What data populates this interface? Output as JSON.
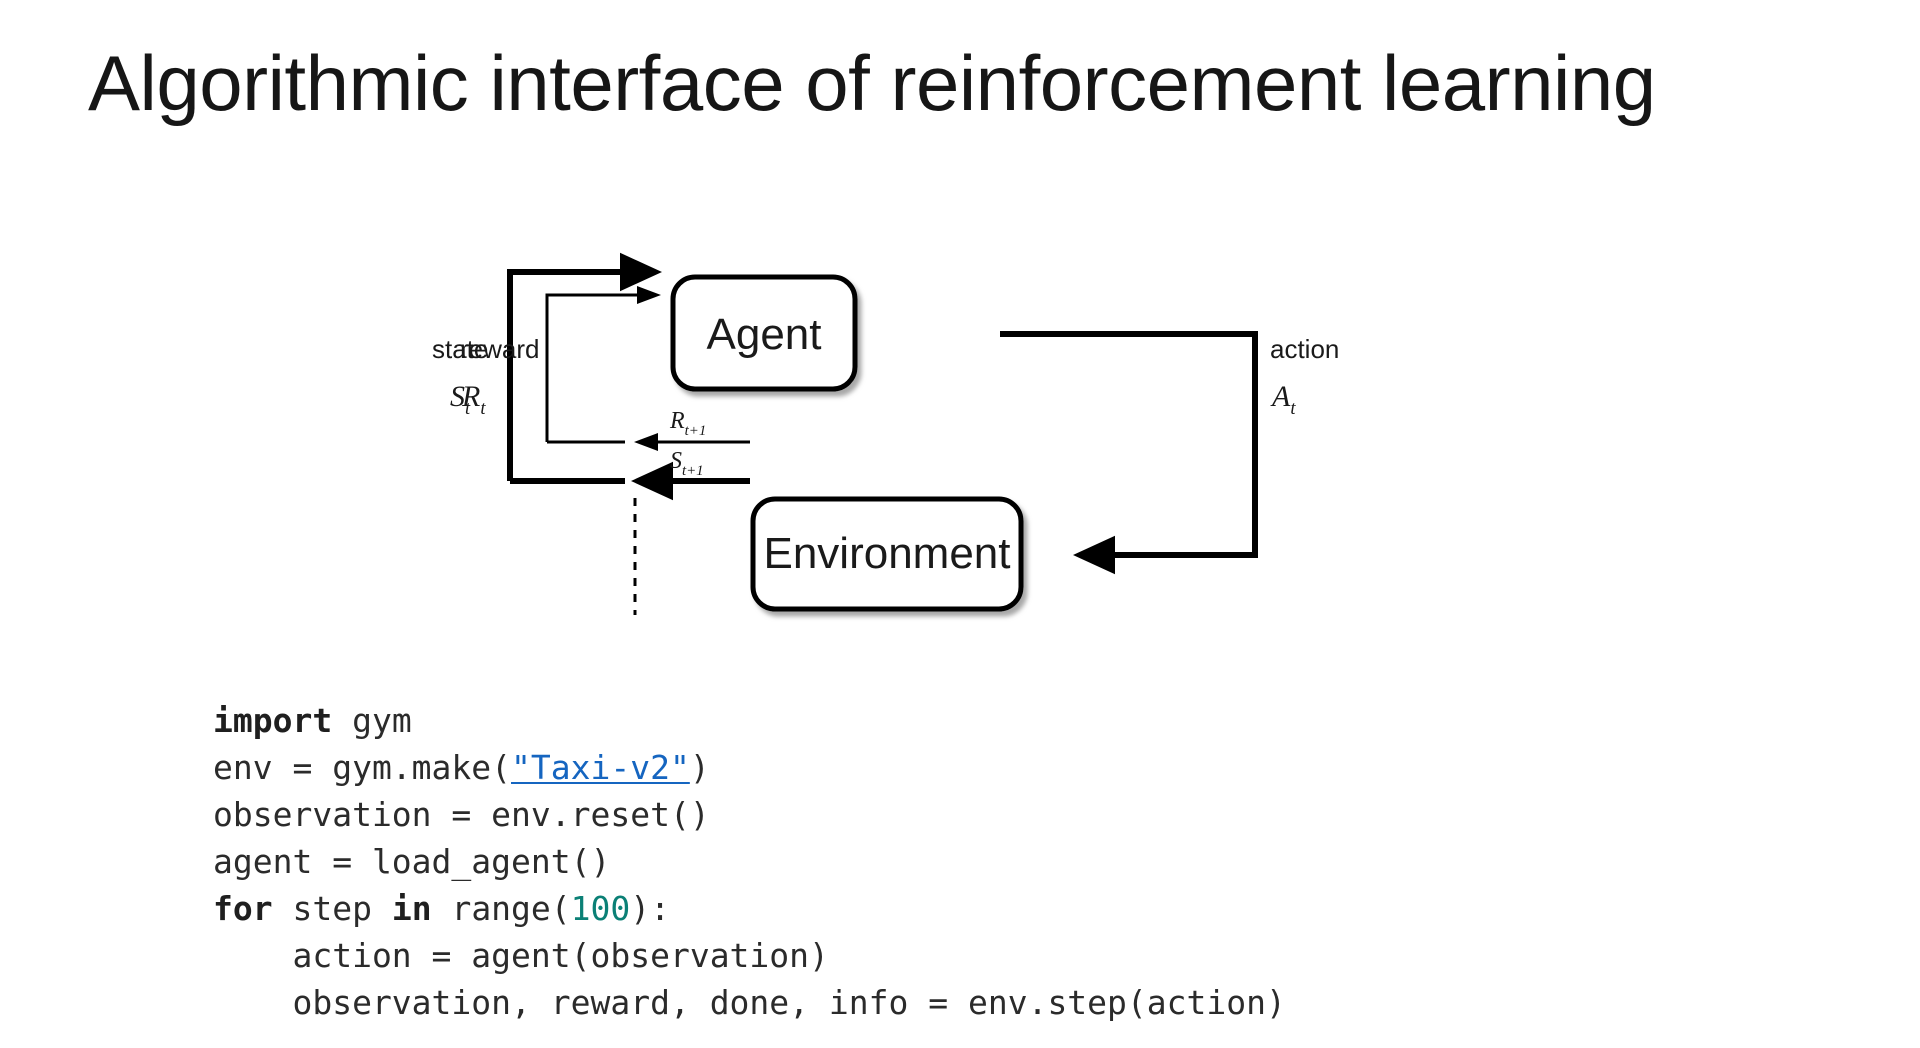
{
  "slide": {
    "title": "Algorithmic interface of reinforcement learning",
    "background_color": "#ffffff",
    "text_color": "#161616"
  },
  "diagram": {
    "name": "agent-environment-interaction-loop",
    "nodes": [
      {
        "id": "agent",
        "label": "Agent"
      },
      {
        "id": "environment",
        "label": "Environment"
      }
    ],
    "edges": [
      {
        "id": "state",
        "word": "state",
        "symbol": "S",
        "subscript": "t",
        "direction": "environment-to-agent"
      },
      {
        "id": "reward",
        "word": "reward",
        "symbol": "R",
        "subscript": "t",
        "direction": "environment-to-agent"
      },
      {
        "id": "action",
        "word": "action",
        "symbol": "A",
        "subscript": "t",
        "direction": "agent-to-environment"
      }
    ],
    "emitted": [
      {
        "id": "reward-next",
        "symbol": "R",
        "subscript": "t+1"
      },
      {
        "id": "state-next",
        "symbol": "S",
        "subscript": "t+1"
      }
    ],
    "time_boundary": "dashed-vertical-line",
    "stroke_color": "#000000"
  },
  "code": {
    "language": "python",
    "link_color": "#1565c0",
    "number_color": "#0b8076",
    "text_color": "#2b2b2b",
    "lines": [
      {
        "id": "line-1",
        "tokens": [
          {
            "t": "import",
            "k": "keyword"
          },
          {
            "t": " gym",
            "k": "plain"
          }
        ]
      },
      {
        "id": "line-2",
        "tokens": [
          {
            "t": "env = gym.make(",
            "k": "plain"
          },
          {
            "t": "\"Taxi-v2\"",
            "k": "link"
          },
          {
            "t": ")",
            "k": "plain"
          }
        ]
      },
      {
        "id": "line-3",
        "tokens": [
          {
            "t": "observation = env.reset()",
            "k": "plain"
          }
        ]
      },
      {
        "id": "line-4",
        "tokens": [
          {
            "t": "agent = load_agent()",
            "k": "plain"
          }
        ]
      },
      {
        "id": "line-5",
        "tokens": [
          {
            "t": "for",
            "k": "keyword"
          },
          {
            "t": " step ",
            "k": "plain"
          },
          {
            "t": "in",
            "k": "keyword"
          },
          {
            "t": " range(",
            "k": "plain"
          },
          {
            "t": "100",
            "k": "number"
          },
          {
            "t": "):",
            "k": "plain"
          }
        ]
      },
      {
        "id": "line-6",
        "tokens": [
          {
            "t": "    action = agent(observation)",
            "k": "plain"
          }
        ]
      },
      {
        "id": "line-7",
        "tokens": [
          {
            "t": "    observation, reward, done, info = env.step(action)",
            "k": "plain"
          }
        ]
      }
    ]
  }
}
